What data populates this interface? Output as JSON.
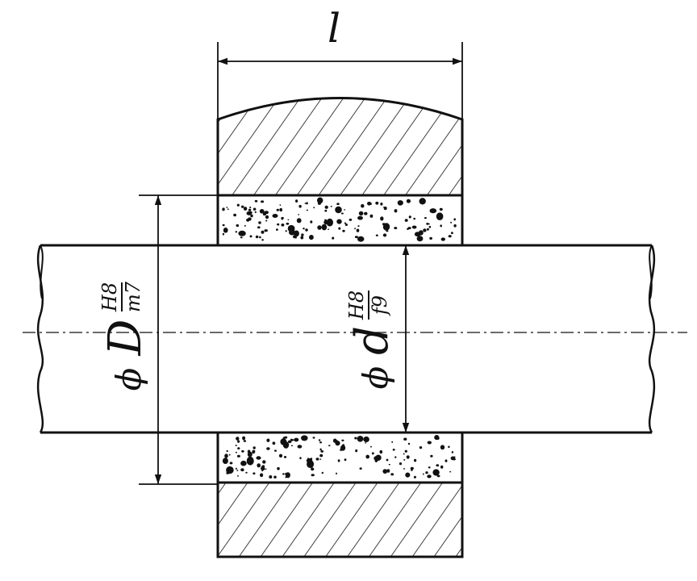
{
  "length_label": "l",
  "outer_fit": {
    "symbol": "ϕ",
    "letter": "D",
    "hole_tolerance": "H8",
    "shaft_tolerance": "m7"
  },
  "inner_fit": {
    "symbol": "ϕ",
    "letter": "d",
    "hole_tolerance": "H8",
    "shaft_tolerance": "f9"
  },
  "colors": {
    "line": "#111111",
    "background": "#ffffff"
  }
}
